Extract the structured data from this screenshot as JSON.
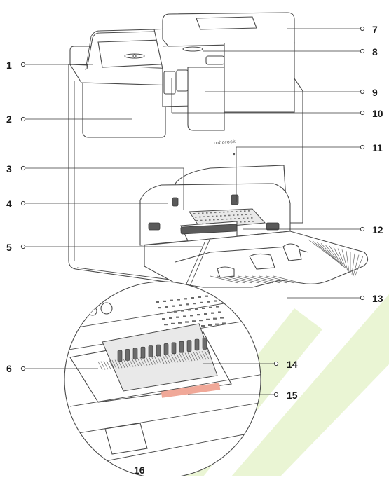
{
  "diagram": {
    "brand_logo": "roborock",
    "callouts_left": [
      {
        "num": "1"
      },
      {
        "num": "2"
      },
      {
        "num": "3"
      },
      {
        "num": "4"
      },
      {
        "num": "5"
      },
      {
        "num": "6"
      }
    ],
    "callouts_right": [
      {
        "num": "7"
      },
      {
        "num": "8"
      },
      {
        "num": "9"
      },
      {
        "num": "10"
      },
      {
        "num": "11"
      },
      {
        "num": "12"
      },
      {
        "num": "13"
      },
      {
        "num": "14"
      },
      {
        "num": "15"
      }
    ],
    "callout_bottom": {
      "num": "16"
    },
    "colors": {
      "accent_strip": "#f0a898",
      "watermark": "#cfe6a0",
      "line": "#3a3a3a"
    }
  }
}
